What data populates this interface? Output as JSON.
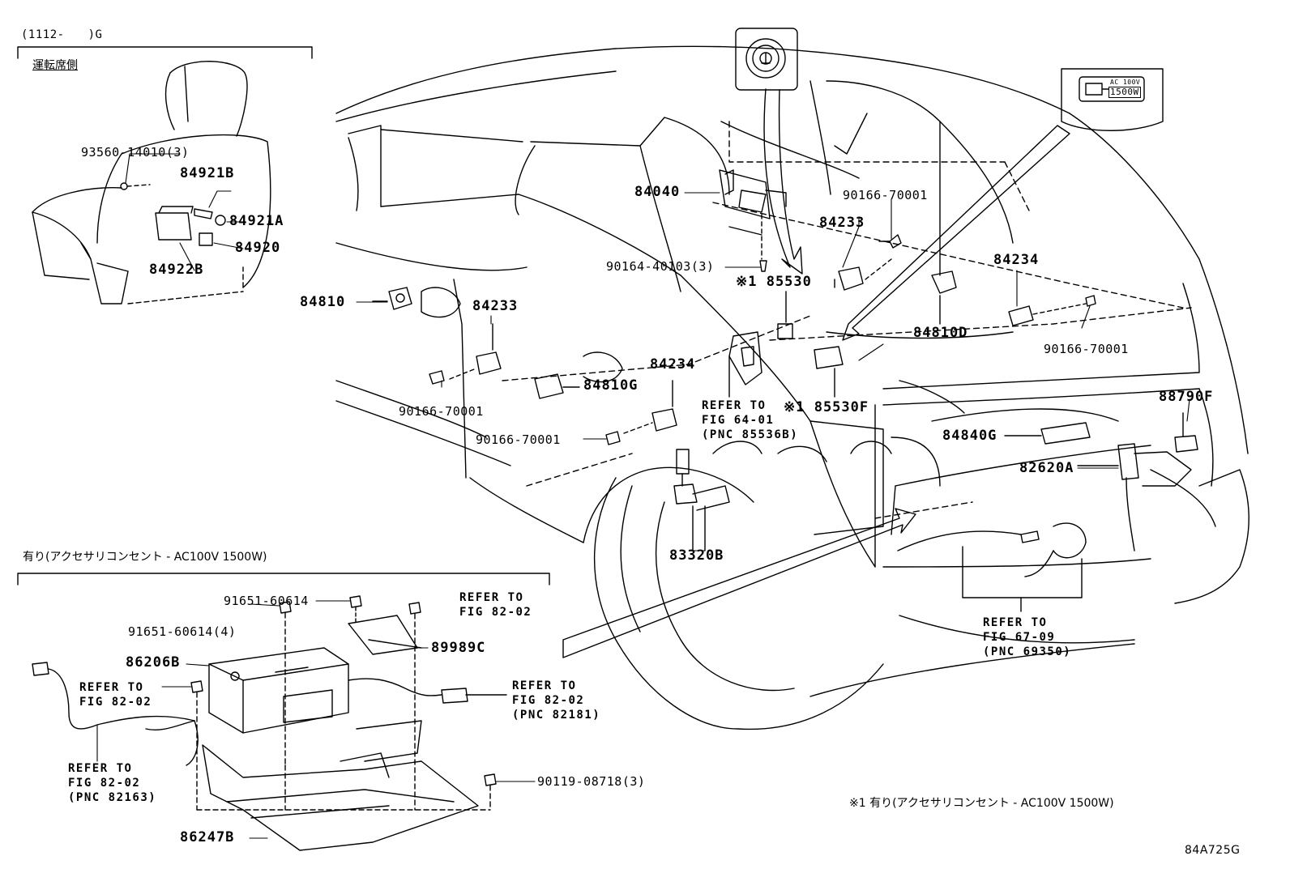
{
  "header": {
    "range": "(1112-　　)G",
    "driver_side": "運転席側",
    "accessory_option": "有り(アクセサリコンセント - AC100V 1500W)"
  },
  "icon_badge": {
    "ac_top": "AC 100V",
    "watts": "1500W"
  },
  "parts": {
    "p93560": "93560-14010(3)",
    "p84921B": "84921B",
    "p84921A": "84921A",
    "p84920": "84920",
    "p84922B": "84922B",
    "p84810": "84810",
    "p84233a": "84233",
    "p84040": "84040",
    "p90164": "90164-40103(3)",
    "p85530": "※1 85530",
    "p90166a": "90166-70001",
    "p84233b": "84233",
    "p84234a": "84234",
    "p84810D": "84810D",
    "p90166b": "90166-70001",
    "p90166c": "90166-70001",
    "p84234b": "84234",
    "p84810G": "84810G",
    "p90166d": "90166-70001",
    "p85530F": "※1 85530F",
    "p88790F": "88790F",
    "p84840G": "84840G",
    "p82620A": "82620A",
    "p83320B": "83320B",
    "p91651a": "91651-60614",
    "p91651b": "91651-60614(4)",
    "p86206B": "86206B",
    "p89989C": "89989C",
    "p90119": "90119-08718(3)",
    "p86247B": "86247B"
  },
  "refs": {
    "fig64": [
      "REFER TO",
      "FIG 64-01",
      "(PNC 85536B)"
    ],
    "fig67": [
      "REFER TO",
      "FIG 67-09",
      "(PNC 69350)"
    ],
    "fig82a": [
      "REFER TO",
      "FIG 82-02"
    ],
    "fig82b": [
      "REFER TO",
      "FIG 82-02",
      "(PNC 82181)"
    ],
    "fig82c": [
      "REFER TO",
      "FIG 82-02"
    ],
    "fig82d": [
      "REFER TO",
      "FIG 82-02",
      "(PNC 82163)"
    ]
  },
  "footnote": "※1 有り(アクセサリコンセント - AC100V 1500W)",
  "drawing_id": "84A725G"
}
